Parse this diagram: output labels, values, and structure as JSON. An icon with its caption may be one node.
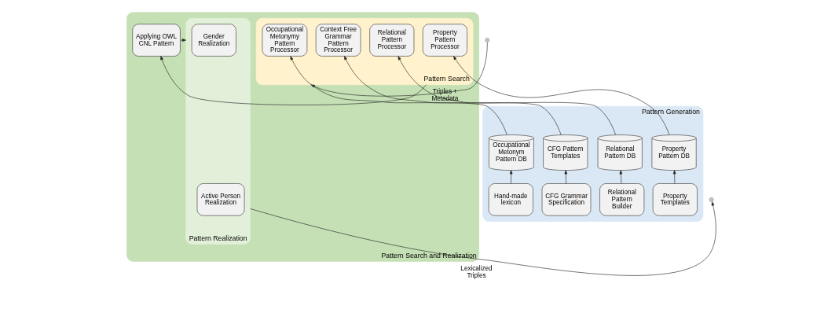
{
  "diagram": {
    "nodes": [
      {
        "text": [
          "Pattern Search and Realization"
        ]
      },
      {
        "text": [
          "Pattern Search"
        ],
        "in": 0
      },
      {
        "text": [
          "Occupational Metonymy Pattern Processor"
        ],
        "in": 1
      },
      {
        "text": [
          "Context Free Grammar Pattern Processor"
        ],
        "in": 1
      },
      {
        "text": [
          "Relational Pattern Processor"
        ],
        "in": 1
      },
      {
        "text": [
          "Property Pattern Processor"
        ],
        "in": 1
      },
      {
        "text": [
          "Applying OWL CNL Pattern"
        ],
        "in": 0
      },
      {
        "text": [
          "Pattern Realization"
        ],
        "in": 0
      },
      {
        "text": [
          "Gender Realization"
        ],
        "in": 7
      },
      {
        "text": [
          "Active Person Realization"
        ],
        "in": 7
      },
      {
        "text": [
          "Pattern Generation"
        ]
      },
      {
        "text": [
          "Occupational Metonym Pattern DB"
        ],
        "in": 10
      },
      {
        "text": [
          "CFG Pattern Templates"
        ],
        "in": 10
      },
      {
        "text": [
          "Relational Pattern DB"
        ],
        "in": 10
      },
      {
        "text": [
          "Property Pattern DB"
        ],
        "in": 10
      },
      {
        "text": [
          "Hand-made lexicon"
        ],
        "in": 10
      },
      {
        "text": [
          "CFG Grammar Specification"
        ],
        "in": 10
      },
      {
        "text": [
          "Relational Pattern Builder"
        ],
        "in": 10
      },
      {
        "text": [
          "Property Templates"
        ],
        "in": 10
      },
      {
        "text": [],
        "shape": "circle"
      },
      {
        "text": [],
        "shape": "circle"
      }
    ],
    "edges": [
      {
        "from": 19,
        "to": 1,
        "arrow": "to",
        "label": "Triples + Metadata"
      },
      {
        "from": 1,
        "to": 6,
        "arrow": "to"
      },
      {
        "from": 6,
        "to": 7,
        "arrow": "to"
      },
      {
        "from": 7,
        "to": 20,
        "arrow": "to",
        "label": "Lexicalized Triples"
      },
      {
        "from": 11,
        "to": 2,
        "arrow": "to"
      },
      {
        "from": 12,
        "to": 3,
        "arrow": "to"
      },
      {
        "from": 13,
        "to": 4,
        "arrow": "to"
      },
      {
        "from": 14,
        "to": 5,
        "arrow": "to"
      },
      {
        "from": 15,
        "to": 11,
        "arrow": "to"
      },
      {
        "from": 16,
        "to": 12,
        "arrow": "to"
      },
      {
        "from": 17,
        "to": 13,
        "arrow": "to"
      },
      {
        "from": 18,
        "to": 14,
        "arrow": "to"
      }
    ]
  }
}
